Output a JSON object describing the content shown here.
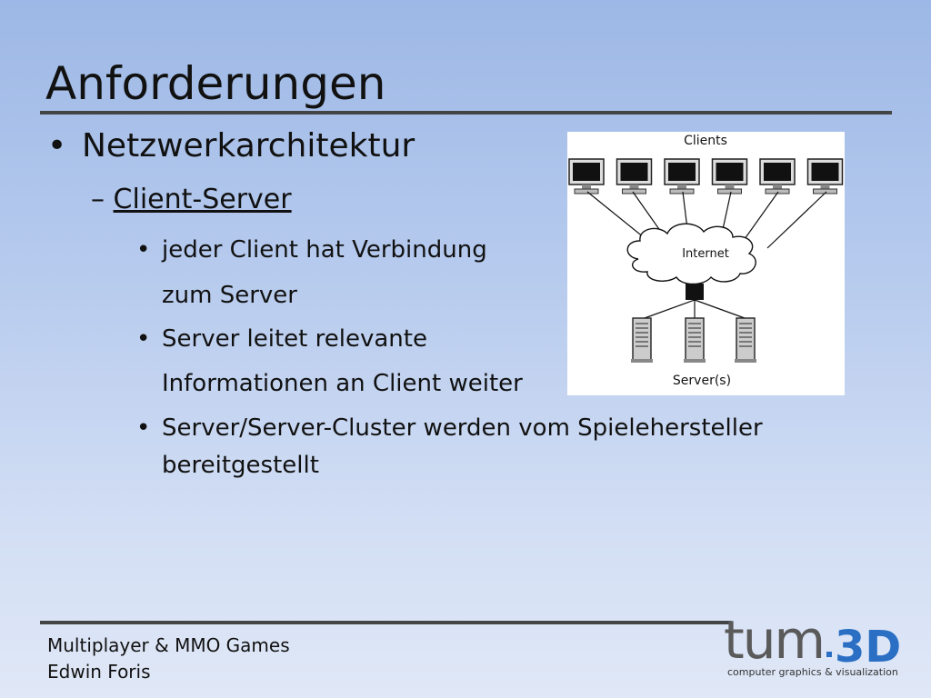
{
  "slide": {
    "title": "Anforderungen",
    "bullet1": "Netzwerkarchitektur",
    "sub_dash": "–",
    "sub_label": "Client-Server",
    "points": [
      {
        "line1": "jeder Client hat Verbindung",
        "line2": "zum Server"
      },
      {
        "line1": "Server leitet relevante",
        "line2": "Informationen an Client weiter"
      },
      {
        "line1": "Server/Server-Cluster werden vom Spielehersteller",
        "line2": "bereitgestellt"
      }
    ],
    "bullet_char": "•"
  },
  "diagram": {
    "clients_label": "Clients",
    "internet_label": "Internet",
    "servers_label": "Server(s)"
  },
  "footer": {
    "line1": "Multiplayer & MMO Games",
    "line2": "Edwin Foris"
  },
  "logo": {
    "wordmark_left": "tum",
    "wordmark_right": "3D",
    "tagline": "computer graphics & visualization",
    "colors": {
      "gray": "#5a5a5a",
      "blue": "#2a6fc4"
    }
  }
}
